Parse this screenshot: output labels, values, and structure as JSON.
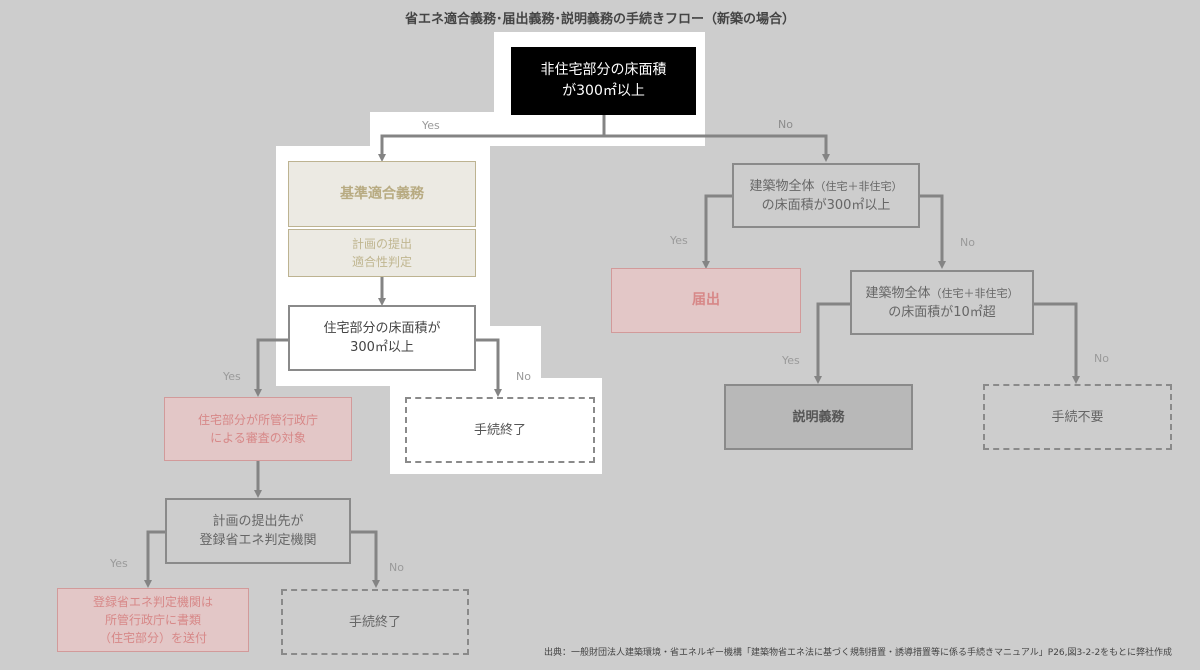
{
  "title": "省エネ適合義務･届出義務･説明義務の手続きフロー（新築の場合）",
  "boxes": {
    "root": [
      "非住宅部分の床面積",
      "が300㎡以上"
    ],
    "tekigo": [
      "基準適合義務"
    ],
    "teishutsu": [
      "計画の提出",
      "適合性判定"
    ],
    "jutaku300": [
      "住宅部分の床面積が",
      "300㎡以上"
    ],
    "end1": [
      "手続終了"
    ],
    "shinsa": [
      "住宅部分が所管行政庁",
      "による審査の対象"
    ],
    "teishutsusaki": [
      "計画の提出先が",
      "登録省エネ判定機関"
    ],
    "soufu": [
      "登録省エネ判定機関は",
      "所管行政庁に書類",
      "（住宅部分）を送付"
    ],
    "end2": [
      "手続終了"
    ],
    "zentai300": [
      "建築物全体",
      "（住宅＋非住宅）",
      "の床面積が300㎡以上"
    ],
    "todokede": [
      "届出"
    ],
    "zentai10": [
      "建築物全体",
      "（住宅＋非住宅）",
      "の床面積が10㎡超"
    ],
    "setsumei": [
      "説明義務"
    ],
    "fuyou": [
      "手続不要"
    ]
  },
  "labels": {
    "yes": "Yes",
    "no": "No"
  },
  "source": "出典：一般財団法人建築環境・省エネルギー機構「建築物省エネ法に基づく規制措置・誘導措置等に係る手続きマニュアル」P26,図3-2-2をもとに弊社作成"
}
